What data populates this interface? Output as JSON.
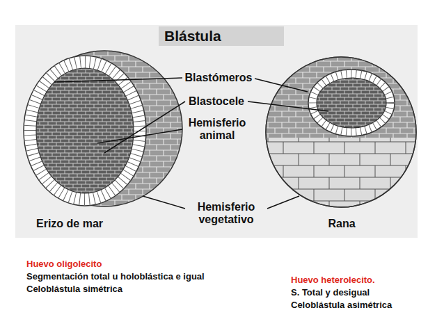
{
  "diagram": {
    "title": "Blástula",
    "labels": [
      "Blastómeros",
      "Blastocele",
      "Hemisferio animal",
      "Hemisferio vegetativo",
      "Erizo de mar",
      "Rana",
      "Huevo oligolecito",
      "Segmentación total u holoblástica e igual",
      "Celoblástula simétrica",
      "Huevo heterolecito.",
      "S. Total y desigual",
      "Celoblástula asimétrica"
    ]
  }
}
